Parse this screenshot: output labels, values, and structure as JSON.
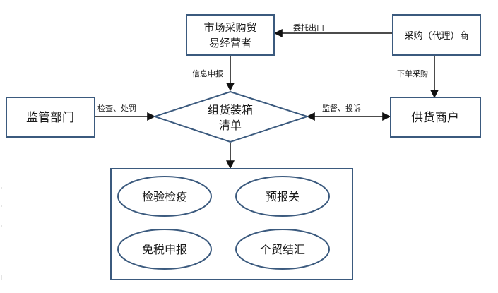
{
  "nodes": {
    "market_trader": {
      "line1": "市场采购贸",
      "line2": "易经营者"
    },
    "purchaser": {
      "label": "采购（代理）商"
    },
    "regulator": {
      "label": "监管部门"
    },
    "supplier": {
      "label": "供货商户"
    },
    "manifest": {
      "line1": "组货装箱",
      "line2": "清单"
    }
  },
  "edges": {
    "entrust_export": "委托出口",
    "info_report": "信息申报",
    "place_order": "下单采购",
    "inspect_penalize": "检查、处罚",
    "supervise_complain": "监督、投诉"
  },
  "functions": {
    "inspection_quarantine": "检验检疫",
    "pre_declaration": "预报关",
    "tax_exemption": "免税申报",
    "personal_trade_settlement": "个贸结汇"
  },
  "colors": {
    "node_border": "#3b5a7e",
    "arrow": "#111111"
  }
}
